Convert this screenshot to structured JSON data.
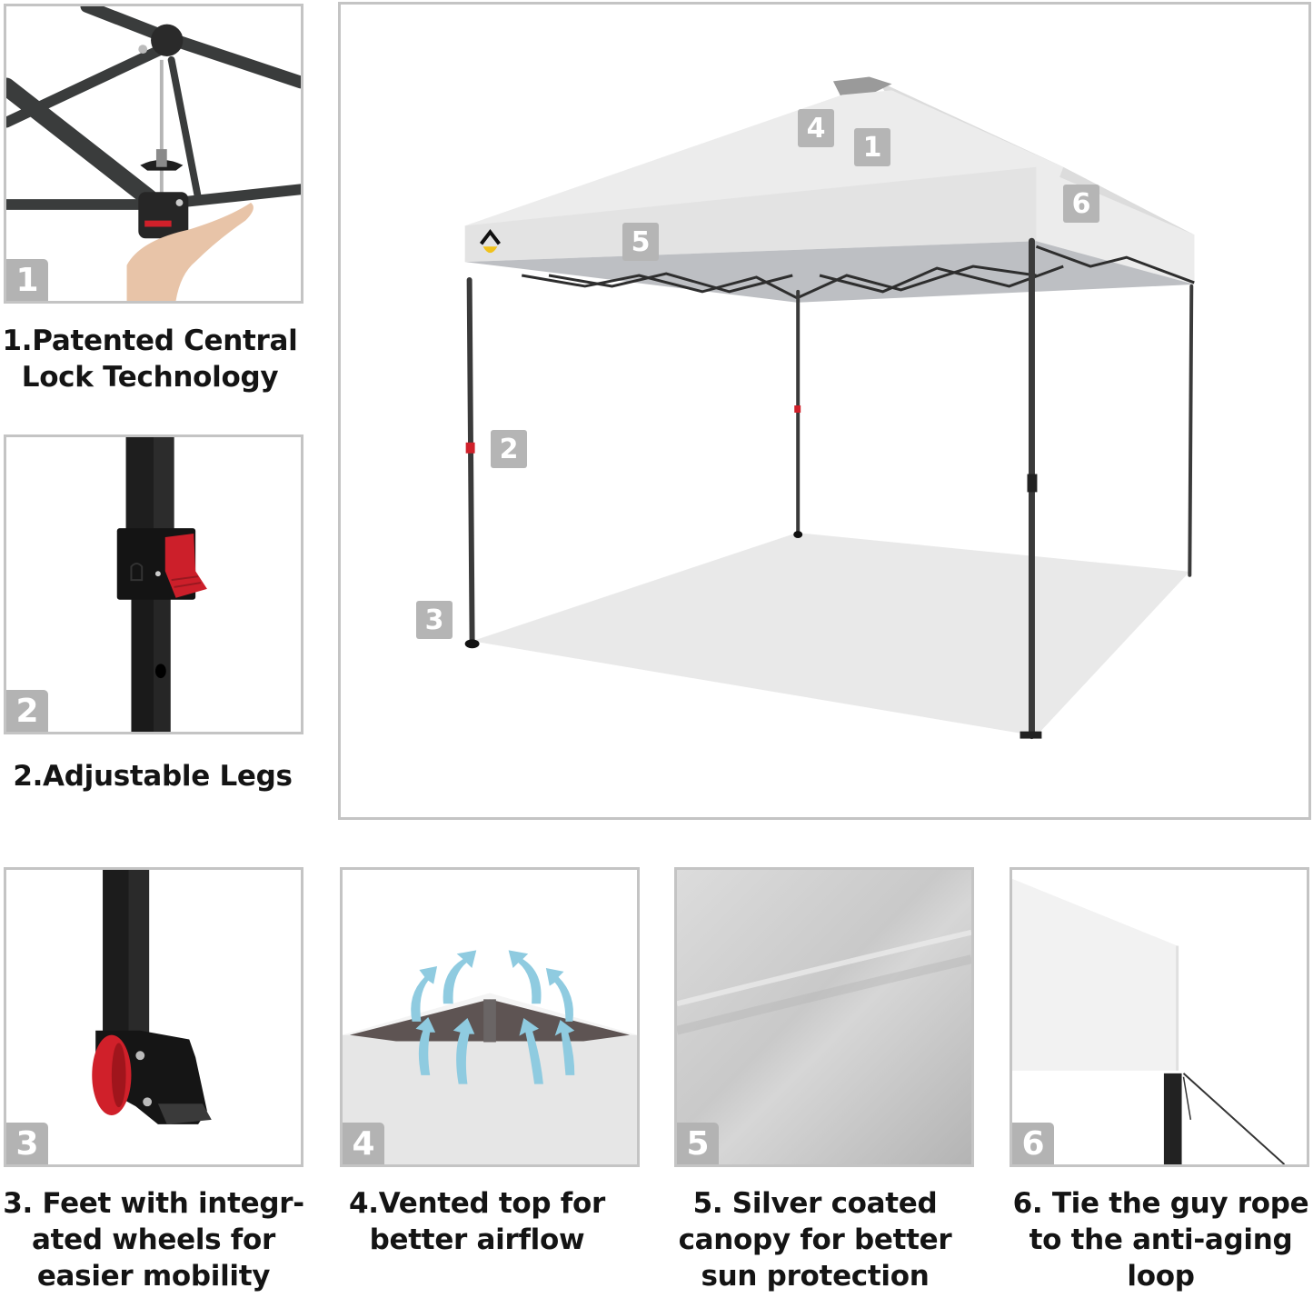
{
  "main_image": {
    "callouts": [
      {
        "id": "4",
        "label": "4"
      },
      {
        "id": "1",
        "label": "1"
      },
      {
        "id": "6",
        "label": "6"
      },
      {
        "id": "5",
        "label": "5"
      },
      {
        "id": "2",
        "label": "2"
      },
      {
        "id": "3",
        "label": "3"
      }
    ],
    "canopy_color": "#e9e9e9",
    "frame_color": "#3a3a3a"
  },
  "features": [
    {
      "number": "1",
      "caption_lines": [
        "1.Patented Central",
        "Lock Technology"
      ]
    },
    {
      "number": "2",
      "caption_lines": [
        "2.Adjustable Legs"
      ]
    },
    {
      "number": "3",
      "caption_lines": [
        "3. Feet with integr-",
        "ated wheels for",
        "easier mobility"
      ]
    },
    {
      "number": "4",
      "caption_lines": [
        "4.Vented top for",
        "better airflow"
      ]
    },
    {
      "number": "5",
      "caption_lines": [
        "5. Silver coated",
        "canopy for better",
        "sun protection"
      ]
    },
    {
      "number": "6",
      "caption_lines": [
        "6. Tie the guy rope",
        "to the anti-aging",
        "loop"
      ]
    }
  ],
  "colors": {
    "badge": "#b3b3b3",
    "border": "#c4c4c4",
    "latch_red": "#d0202a",
    "airflow_arrow": "#8fcbe0"
  }
}
